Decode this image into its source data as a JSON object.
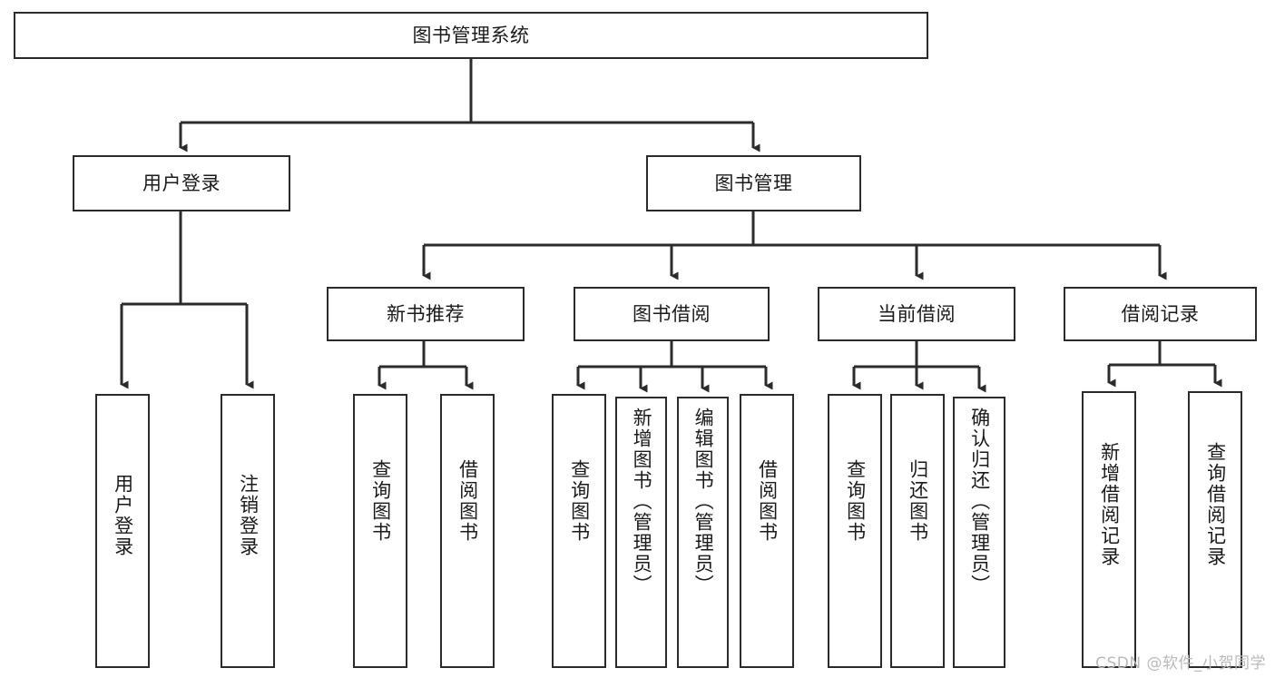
{
  "diagram": {
    "title": "图书管理系统",
    "type": "tree-hierarchy-diagram",
    "watermark": "CSDN @软件_小贺同学",
    "colors": {
      "box_border": "#2b2b2b",
      "box_fill": "#ffffff",
      "connector": "#2b2b2b",
      "text": "#1a1a1a",
      "watermark": "#b9b9b9",
      "background": "#ffffff"
    },
    "root": {
      "label": "图书管理系统",
      "orientation": "horizontal"
    },
    "level2": [
      {
        "label": "用户登录",
        "orientation": "horizontal"
      },
      {
        "label": "图书管理",
        "orientation": "horizontal"
      }
    ],
    "level3": [
      {
        "label": "新书推荐",
        "orientation": "horizontal"
      },
      {
        "label": "图书借阅",
        "orientation": "horizontal"
      },
      {
        "label": "当前借阅",
        "orientation": "horizontal"
      },
      {
        "label": "借阅记录",
        "orientation": "horizontal"
      }
    ],
    "leaves": {
      "user_login": [
        {
          "label": "用户登录",
          "orientation": "vertical"
        },
        {
          "label": "注销登录",
          "orientation": "vertical"
        }
      ],
      "new_book_recommend": [
        {
          "label": "查询图书",
          "orientation": "vertical"
        },
        {
          "label": "借阅图书",
          "orientation": "vertical"
        }
      ],
      "book_borrow": [
        {
          "label": "查询图书",
          "orientation": "vertical"
        },
        {
          "label": "新增图书（管理员）",
          "orientation": "vertical"
        },
        {
          "label": "编辑图书（管理员）",
          "orientation": "vertical"
        },
        {
          "label": "借阅图书",
          "orientation": "vertical"
        }
      ],
      "current_borrow": [
        {
          "label": "查询图书",
          "orientation": "vertical"
        },
        {
          "label": "归还图书",
          "orientation": "vertical"
        },
        {
          "label": "确认归还（管理员）",
          "orientation": "vertical"
        }
      ],
      "borrow_record": [
        {
          "label": "新增借阅记录",
          "orientation": "vertical"
        },
        {
          "label": "查询借阅记录",
          "orientation": "vertical"
        }
      ]
    }
  }
}
